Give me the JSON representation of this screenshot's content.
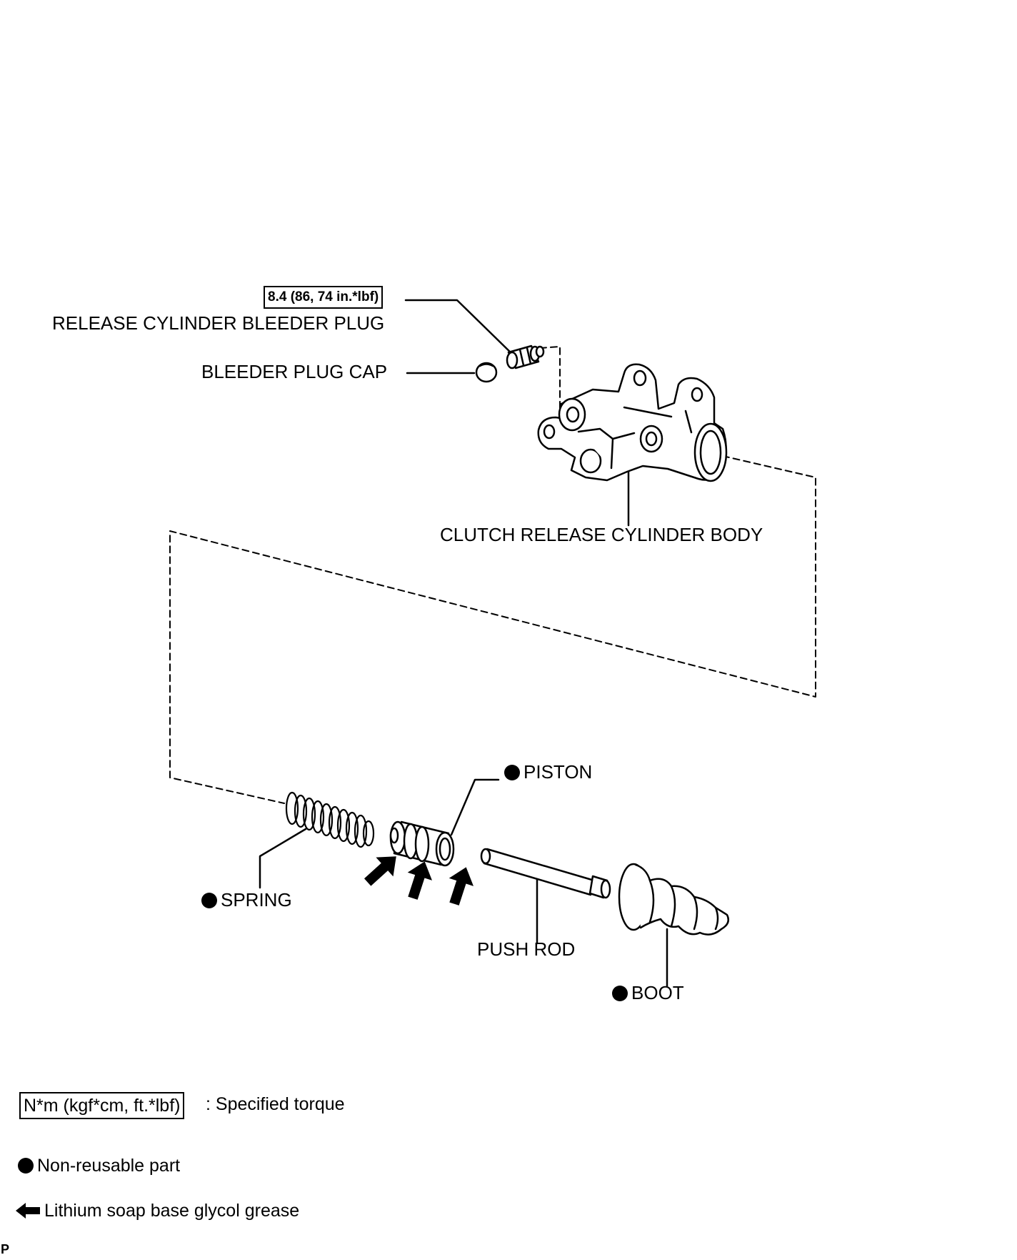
{
  "torque": {
    "value": "8.4 (86, 74 in.*lbf)"
  },
  "labels": {
    "bleeder_plug": "RELEASE CYLINDER BLEEDER PLUG",
    "bleeder_cap": "BLEEDER PLUG CAP",
    "cylinder_body": "CLUTCH RELEASE CYLINDER BODY",
    "piston": "PISTON",
    "spring": "SPRING",
    "push_rod": "PUSH ROD",
    "boot": "BOOT"
  },
  "legend": {
    "torque_unit": "N*m (kgf*cm, ft.*lbf)",
    "torque_desc": ": Specified torque",
    "nonreusable_desc": "Non-reusable part",
    "grease_desc": "Lithium soap base glycol grease"
  },
  "corner_mark": "P",
  "icons": [
    "non-reusable-dot-icon",
    "grease-arrow-icon"
  ]
}
